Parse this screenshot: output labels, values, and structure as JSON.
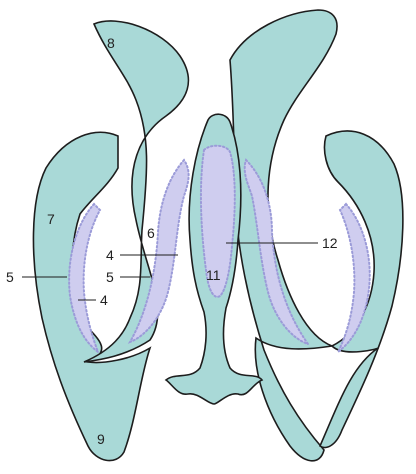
{
  "colors": {
    "tissue": "#a9d9d7",
    "inner": "#cfcdef",
    "outline": "#1d1d1d",
    "dots": "#9b9bd8",
    "leader": "#1d1d1d"
  },
  "labels": {
    "l8": "8",
    "l7": "7",
    "l6": "6",
    "l5_outer": "5",
    "l4_upper": "4",
    "l5_mid": "5",
    "l4_lower": "4",
    "l9": "9",
    "l11": "11",
    "l12": "12"
  }
}
